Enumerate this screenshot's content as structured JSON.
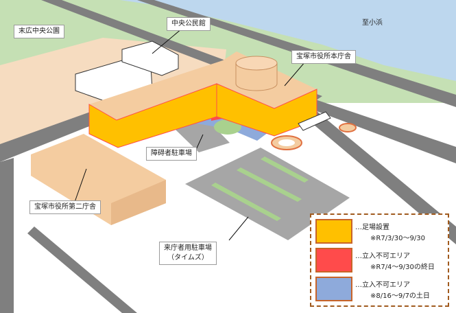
{
  "labels": {
    "park": "末広中央公園",
    "hall": "中央公民館",
    "direction": "至小浜",
    "main_building": "宝塚市役所本庁舎",
    "accessible_parking": "障碍者駐車場",
    "second_building": "宝塚市役所第二庁舎",
    "visitor_parking_line1": "来庁者用駐車場",
    "visitor_parking_line2": "（タイムズ）"
  },
  "legend": {
    "items": [
      {
        "label": "…足場設置",
        "note": "※R7/3/30～9/30",
        "color": "#ffc000"
      },
      {
        "label": "…立入不可エリア",
        "note": "※R7/4～9/30の終日",
        "color": "#ff4b4b"
      },
      {
        "label": "…立入不可エリア",
        "note": "※8/16～9/7の土日",
        "color": "#8eaadb"
      }
    ]
  },
  "colors": {
    "greenery": "#c5e0b4",
    "river": "#bdd7ee",
    "road": "#7f7f7f",
    "beige": "#f4cca0",
    "scaffold": "#ffc000",
    "no_entry_daily": "#ff4b4b",
    "no_entry_weekend": "#8eaadb",
    "legend_border": "#a05a1e"
  }
}
